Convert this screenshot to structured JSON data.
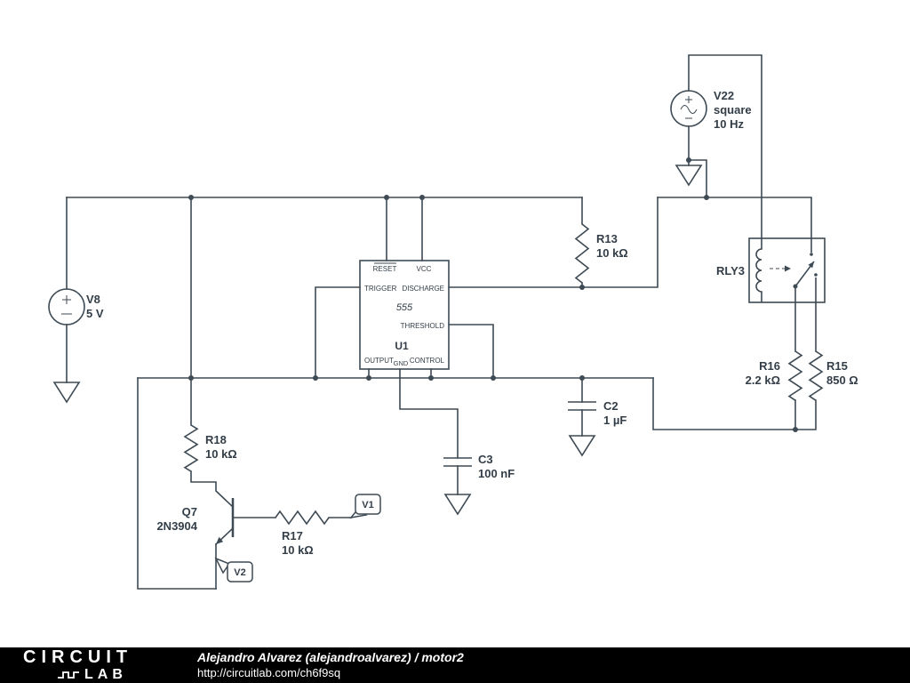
{
  "footer": {
    "logo_line1": "CIRCUIT",
    "logo_line2": "LAB",
    "author": "Alejandro Alvarez (alejandroalvarez) / ",
    "project": "motor2",
    "url": "http://circuitlab.com/ch6f9sq"
  },
  "colors": {
    "wire": "#3e4a54",
    "label": "#333e48",
    "footer_bg": "#000000",
    "footer_text": "#ffffff",
    "canvas_bg": "#ffffff"
  },
  "components": {
    "v8": {
      "ref": "V8",
      "value": "5 V"
    },
    "v22": {
      "ref": "V22",
      "value1": "square",
      "value2": "10 Hz"
    },
    "r13": {
      "ref": "R13",
      "value": "10 kΩ"
    },
    "r18": {
      "ref": "R18",
      "value": "10 kΩ"
    },
    "r17": {
      "ref": "R17",
      "value": "10 kΩ"
    },
    "r16": {
      "ref": "R16",
      "value": "2.2 kΩ"
    },
    "r15": {
      "ref": "R15",
      "value": "850 Ω"
    },
    "c2": {
      "ref": "C2",
      "value": "1 µF"
    },
    "c3": {
      "ref": "C3",
      "value": "100 nF"
    },
    "q7": {
      "ref": "Q7",
      "value": "2N3904"
    },
    "rly3": {
      "ref": "RLY3"
    },
    "u1": {
      "ref": "U1",
      "part": "555",
      "pins": {
        "reset": "RESET",
        "vcc": "VCC",
        "trigger": "TRIGGER",
        "discharge": "DISCHARGE",
        "threshold": "THRESHOLD",
        "output": "OUTPUT",
        "gnd": "GND",
        "control": "CONTROL"
      }
    }
  },
  "probes": {
    "v1": "V1",
    "v2": "V2"
  }
}
